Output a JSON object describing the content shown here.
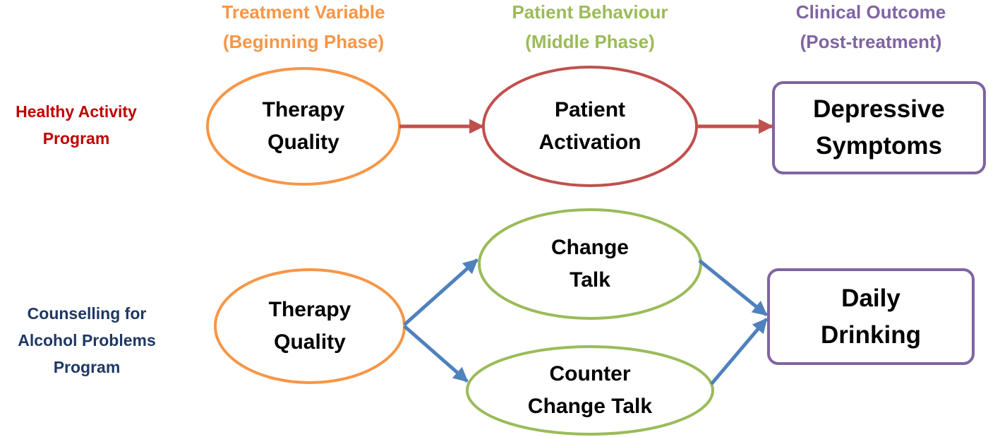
{
  "colors": {
    "orange": "#F79646",
    "red": "#C0504D",
    "green": "#9BBB59",
    "purple": "#8064A2",
    "blue": "#4F81BD",
    "row1_label": "#C00000",
    "row2_label": "#1F3864"
  },
  "headers": {
    "treatment": {
      "line1": "Treatment Variable",
      "line2": "(Beginning Phase)"
    },
    "behaviour": {
      "line1": "Patient Behaviour",
      "line2": "(Middle Phase)"
    },
    "outcome": {
      "line1": "Clinical Outcome",
      "line2": "(Post-treatment)"
    }
  },
  "rows": {
    "hap": {
      "line1": "Healthy Activity",
      "line2": "Program"
    },
    "cap": {
      "line1": "Counselling for",
      "line2": "Alcohol Problems",
      "line3": "Program"
    }
  },
  "nodes": {
    "hap_therapy_quality": {
      "line1": "Therapy",
      "line2": "Quality"
    },
    "patient_activation": {
      "line1": "Patient",
      "line2": "Activation"
    },
    "depressive_symptoms": {
      "line1": "Depressive",
      "line2": "Symptoms"
    },
    "cap_therapy_quality": {
      "line1": "Therapy",
      "line2": "Quality"
    },
    "change_talk": {
      "line1": "Change",
      "line2": "Talk"
    },
    "counter_change_talk": {
      "line1": "Counter",
      "line2": "Change Talk"
    },
    "daily_drinking": {
      "line1": "Daily",
      "line2": "Drinking"
    }
  }
}
